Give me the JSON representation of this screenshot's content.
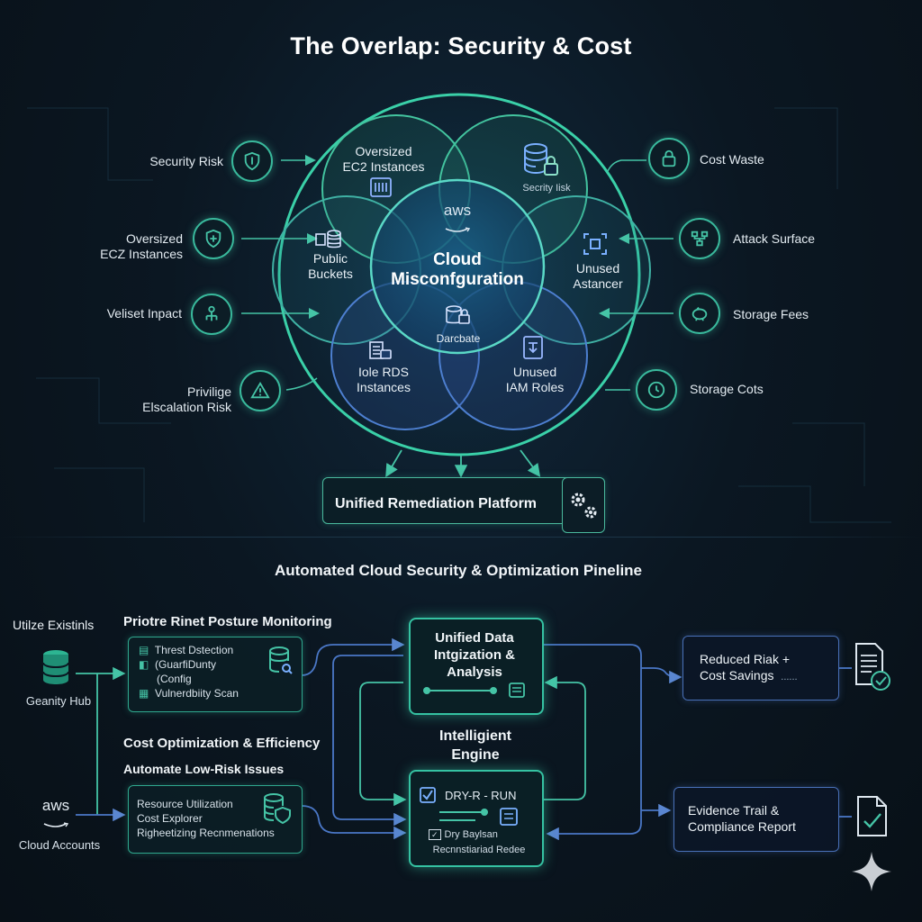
{
  "title": "The Overlap: Security & Cost",
  "venn": {
    "center_logo": "aws",
    "center_line1": "Cloud",
    "center_line2": "Misconfguration",
    "top_circle": [
      "Oversized",
      "EC2 Instances"
    ],
    "top_right": "Secrity Iisk",
    "left": [
      "Public",
      "Buckets"
    ],
    "right": [
      "Unused",
      "Astancer"
    ],
    "bottom_center": "Darcbate",
    "bottom_left": [
      "Iole RDS",
      "Instances"
    ],
    "bottom_right": [
      "Unused",
      "IAM Roles"
    ]
  },
  "left_labels": [
    {
      "lines": [
        "Security Risk"
      ],
      "icon": "shield-icon"
    },
    {
      "lines": [
        "Oversized",
        "ECZ Instances"
      ],
      "icon": "shield-plus-icon"
    },
    {
      "lines": [
        "Veliset Inpact"
      ],
      "icon": "network-icon"
    },
    {
      "lines": [
        "Privilige",
        "Elscalation Risk"
      ],
      "icon": "warning-triangle-icon"
    }
  ],
  "right_labels": [
    {
      "lines": [
        "Cost Waste"
      ],
      "icon": "lock-icon"
    },
    {
      "lines": [
        "Attack Surface"
      ],
      "icon": "network-nodes-icon"
    },
    {
      "lines": [
        "Storage Fees"
      ],
      "icon": "piggy-bank-icon"
    },
    {
      "lines": [
        "Storage Cots"
      ],
      "icon": "clock-icon"
    }
  ],
  "remediation_label": "Unified Remediation Platform",
  "pipeline": {
    "title": "Automated Cloud Security & Optimization Pineline",
    "hub_title": "Utilze Existinls",
    "hub_label": "Geanity Hub",
    "aws_logo": "aws",
    "aws_label": "Cloud Accounts",
    "posture_head": "Priotre Rinet Posture Monitoring",
    "posture_items": [
      "Threst Dstection",
      "(GuarfiDunty",
      "(Config",
      "Vulnerdbiity Scan"
    ],
    "cost_head": "Cost Optimization & Efficiency",
    "auto_head": "Automate Low-Risk Issues",
    "cost_items": [
      "Resource Utilization",
      "Cost Explorer",
      "Righeetizing Recnmenations"
    ],
    "unified_lines": [
      "Unified Data",
      "Intgization &",
      "Analysis"
    ],
    "engine_lines": [
      "Intelligient",
      "Engine"
    ],
    "dryrun_label": "DRY-R - RUN",
    "dryrun_sub1": "Dry Baylsan",
    "dryrun_sub2": "Recnnstiariad Redee",
    "out1_lines": [
      "Reduced Riak +",
      "Cost Savings"
    ],
    "out1_dots": "......",
    "out2_lines": [
      "Evidence Trail &",
      "Compliance Report"
    ]
  },
  "colors": {
    "teal": "#39b99c",
    "blue": "#4970b8",
    "green_glow": "#35c2a2"
  }
}
